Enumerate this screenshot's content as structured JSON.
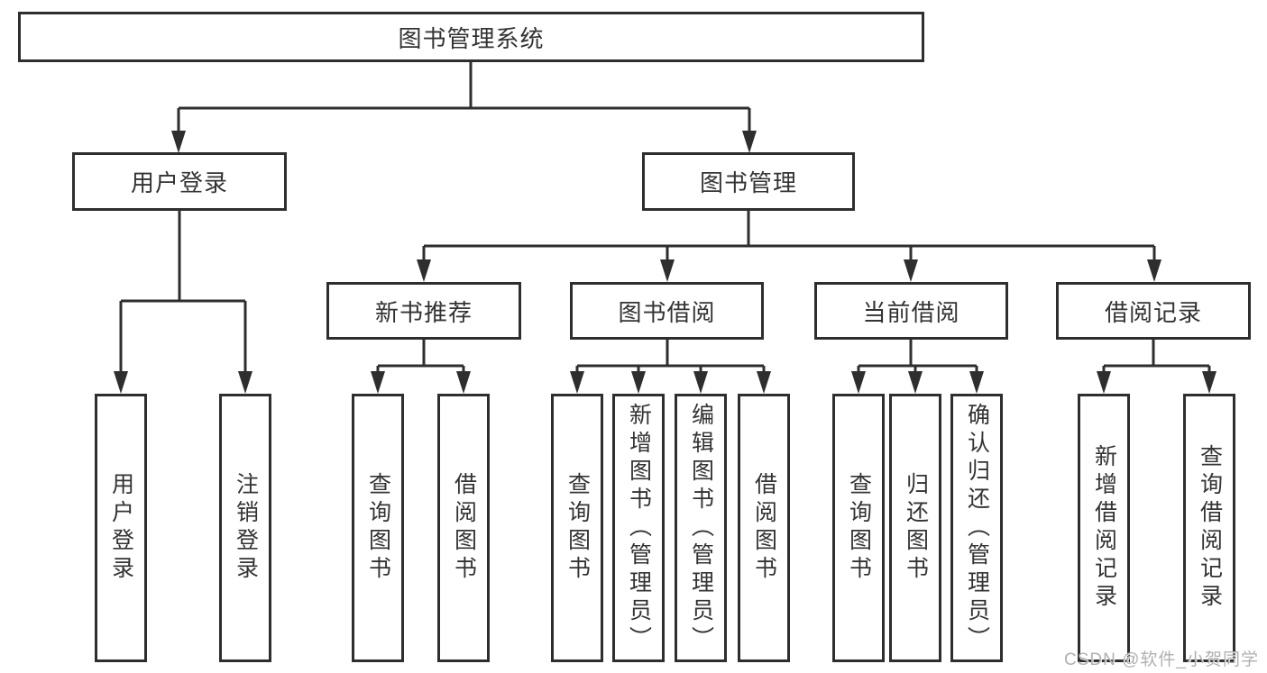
{
  "diagram_title": "图书管理系统",
  "tree": {
    "label": "图书管理系统",
    "children": [
      {
        "label": "用户登录",
        "children": [
          {
            "label": "用户登录"
          },
          {
            "label": "注销登录"
          }
        ]
      },
      {
        "label": "图书管理",
        "children": [
          {
            "label": "新书推荐",
            "children": [
              {
                "label": "查询图书"
              },
              {
                "label": "借阅图书"
              }
            ]
          },
          {
            "label": "图书借阅",
            "children": [
              {
                "label": "查询图书"
              },
              {
                "label": "新增图书（管理员）"
              },
              {
                "label": "编辑图书（管理员）"
              },
              {
                "label": "借阅图书"
              }
            ]
          },
          {
            "label": "当前借阅",
            "children": [
              {
                "label": "查询图书"
              },
              {
                "label": "归还图书"
              },
              {
                "label": "确认归还（管理员）"
              }
            ]
          },
          {
            "label": "借阅记录",
            "children": [
              {
                "label": "新增借阅记录"
              },
              {
                "label": "查询借阅记录"
              }
            ]
          }
        ]
      }
    ]
  },
  "watermark": {
    "text": "CSDN @软件_小贺同学"
  },
  "colors": {
    "line": "#2e2e2e",
    "text": "#333333",
    "background": "#ffffff",
    "watermark": "#b0b0b0"
  }
}
